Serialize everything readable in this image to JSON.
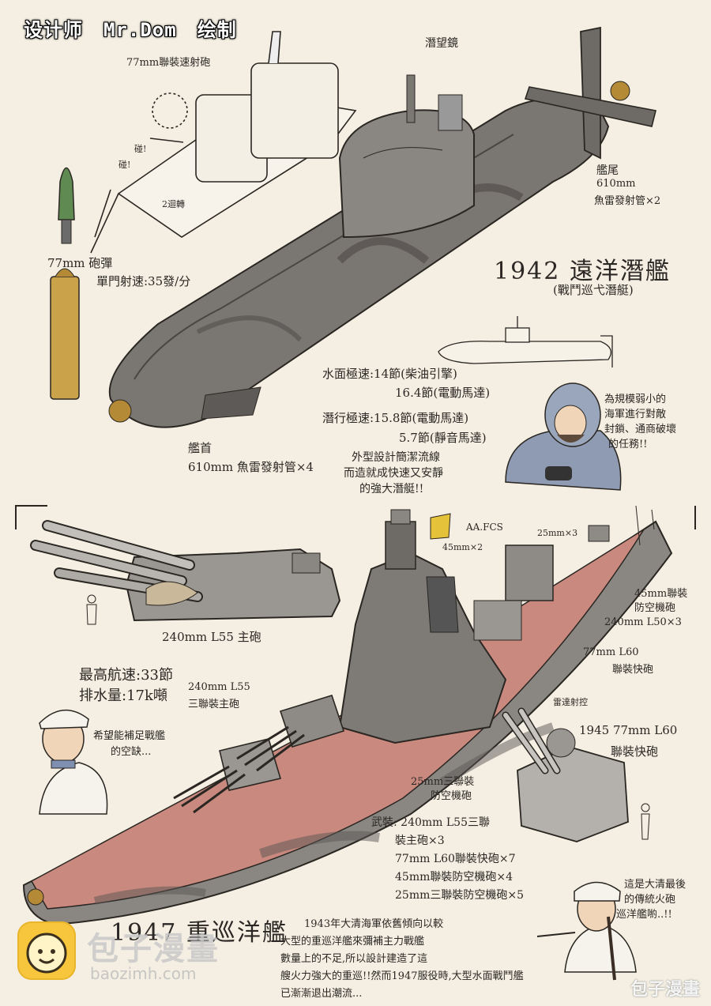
{
  "credit": {
    "designer": "设计师",
    "author": "Mr.Dom",
    "drawn": "绘制"
  },
  "submarine": {
    "gun_title": "77mm聯裝速射砲",
    "periscope": "潛望鏡",
    "shell_label": "77mm 砲彈",
    "fire_rate": "單門射速:35發/分",
    "stern": "艦尾",
    "stern_tubes_size": "610mm",
    "stern_tubes": "魚雷發射管×2",
    "title": "1942 遠洋潛艦",
    "subtitle": "(戰鬥巡弋潛艇)",
    "surface_speed": "水面極速:14節(柴油引擎)",
    "surface_speed2": "16.4節(電動馬達)",
    "dive_speed": "潛行極速:15.8節(電動馬達)",
    "dive_speed2": "5.7節(靜音馬達)",
    "design_note1": "外型設計簡潔流線",
    "design_note2": "而造就成快速又安靜",
    "design_note3": "的強大潛艇!!",
    "bow": "艦首",
    "bow_tubes": "610mm 魚雷發射管×4",
    "officer_note1": "為規模弱小的",
    "officer_note2": "海軍進行對敵",
    "officer_note3": "封鎖、通商破壞",
    "officer_note4": "的任務!!",
    "sfx_1": "碰!",
    "sfx_2": "碰!",
    "sfx_3": "2迴轉"
  },
  "cruiser": {
    "main_gun_caption": "240mm L55 主砲",
    "aa_fcs": "AA.FCS",
    "aa_45": "45mm×2",
    "aa_25": "25mm×3",
    "aa_45_right1": "45mm聯裝",
    "aa_45_right2": "防空機砲",
    "gun_240_l50": "240mm L50×3",
    "gun_77_l60_1": "77mm L60",
    "gun_77_l60_2": "聯裝快砲",
    "max_speed": "最高航速:33節",
    "displacement": "排水量:17k噸",
    "turret_label1": "240mm L55",
    "turret_label2": "三聯裝主砲",
    "captain_note1": "希望能補足戰艦",
    "captain_note2": "的空缺...",
    "radar_fc": "雷達射控",
    "gun_1945_1": "1945 77mm L60",
    "gun_1945_2": "聯裝快砲",
    "aa_25_triple1": "25mm三聯裝",
    "aa_25_triple2": "防空機砲",
    "armament": [
      "武裝: 240mm L55三聯",
      "裝主砲×3",
      "77mm L60聯裝快砲×7",
      "45mm聯裝防空機砲×4",
      "25mm三聯裝防空機砲×5"
    ],
    "last_note1": "這是大清最後",
    "last_note2": "的傳統火砲",
    "last_note3": "巡洋艦喲..!!",
    "title": "1947 重巡洋艦",
    "story": [
      "1943年大清海軍依舊傾向以較",
      "大型的重巡洋艦來彌補主力戰艦",
      "數量上的不足,所以設計建造了這",
      "艘火力強大的重巡!!然而1947服役時,大型水面戰鬥艦",
      "已漸漸退出潮流..."
    ]
  },
  "watermark": {
    "cn": "包子漫畫",
    "url": "baozimh.com",
    "corner": "包子漫畫"
  },
  "colors": {
    "paper": "#f4efe2",
    "hull_gray": "#6e6a66",
    "deck_red": "#c9897e",
    "shell_brass": "#c9a24a",
    "shell_green": "#5f8a52"
  }
}
